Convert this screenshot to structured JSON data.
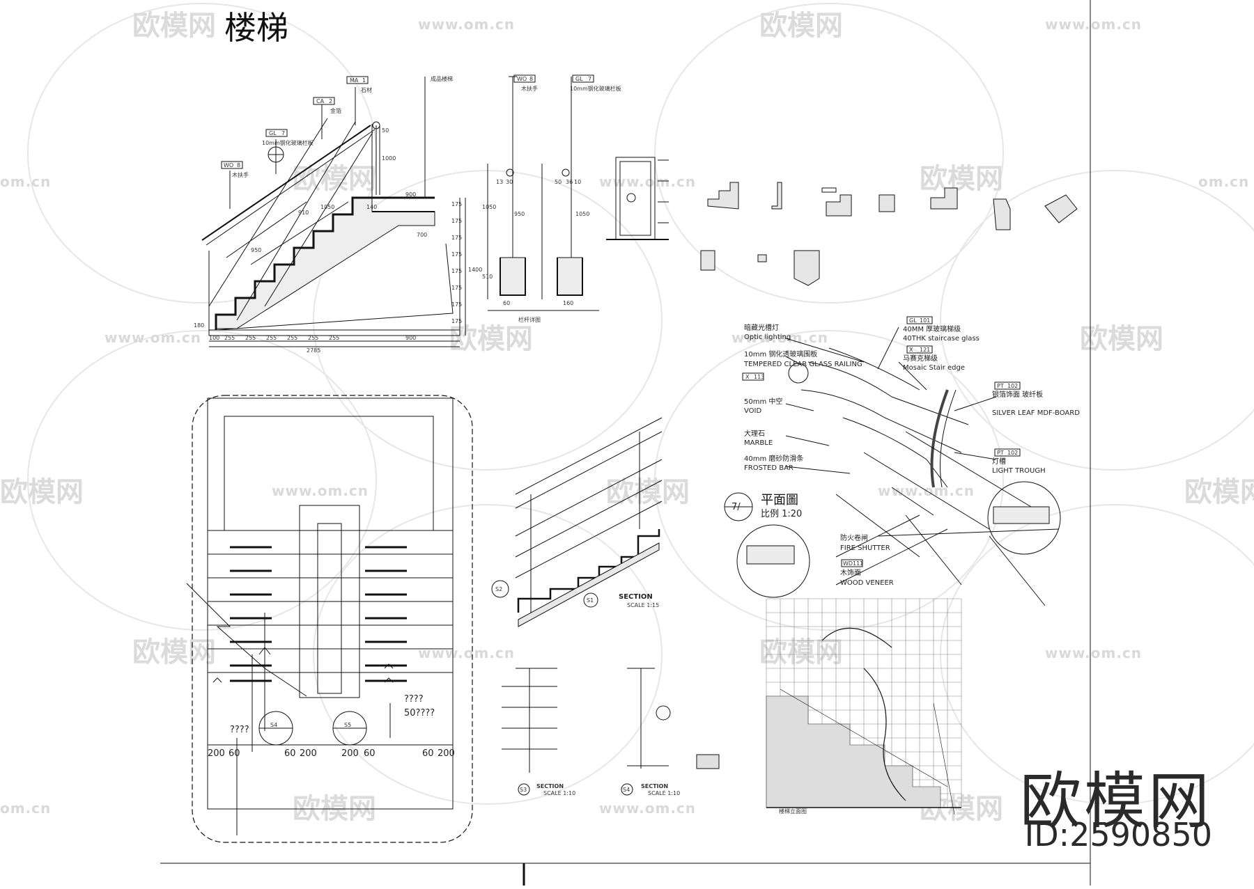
{
  "title": "楼梯",
  "brand": {
    "name": "欧模网",
    "id": "ID:2590850"
  },
  "watermark": {
    "logo_text": "欧模网",
    "url": "www.om.cn",
    "url_short": "om.cn"
  },
  "stair_section": {
    "tags": [
      {
        "code": "MA",
        "num": "1",
        "text": "石材"
      },
      {
        "code": "CA",
        "num": "2",
        "text": "金箔"
      },
      {
        "code": "GL",
        "num": "7",
        "text": "10mm钢化玻璃栏板"
      },
      {
        "code": "WO",
        "num": "8",
        "text": "木扶手"
      }
    ],
    "top_note": "成品楼梯",
    "dims_bottom": [
      "100",
      "255",
      "255",
      "255",
      "255",
      "255",
      "255",
      "900"
    ],
    "dims_total": "2785",
    "dims_right": [
      "175",
      "175",
      "175",
      "175",
      "175",
      "175",
      "175",
      "175"
    ],
    "dims_misc": [
      "900",
      "700",
      "1400",
      "1050",
      "910",
      "1000",
      "50",
      "140",
      "950",
      "180"
    ]
  },
  "rail_detail": {
    "tags": [
      {
        "code": "WO",
        "num": "8",
        "text": "木扶手"
      },
      {
        "code": "GL",
        "num": "7",
        "text": "10mm钢化玻璃栏板"
      }
    ],
    "dims": [
      "1050",
      "950",
      "1050",
      "510",
      "60",
      "160",
      "13",
      "30",
      "50",
      "36",
      "10"
    ],
    "caption": "栏杆详图"
  },
  "detail_notes": {
    "items": [
      {
        "cn": "暗藏光槽灯",
        "en": "Optic lighting"
      },
      {
        "cn": "10mm 钢化透玻璃围板",
        "en": "TEMPERED CLEAR GLASS RAILING"
      },
      {
        "cn": "50mm 中空",
        "en": "VOID"
      },
      {
        "cn": "大理石",
        "en": "MARBLE"
      },
      {
        "cn": "40mm 磨砂防滑条",
        "en": "FROSTED BAR"
      }
    ],
    "tag_notes": [
      {
        "code": "GL",
        "num": "101",
        "cn": "40MM 厚玻璃梯级",
        "en": "40THK staircase glass"
      },
      {
        "code": "X",
        "num": "121",
        "cn": "马赛克梯级",
        "en": "Mosaic Stair edge"
      },
      {
        "code": "PT",
        "num": "102",
        "cn": "银箔饰面 玻纤板",
        "en": "SILVER LEAF MDF-BOARD"
      },
      {
        "code": "PT",
        "num": "102",
        "cn": "灯槽",
        "en": "LIGHT TROUGH"
      }
    ],
    "marble_tag": {
      "code": "X",
      "num": "113"
    },
    "plan_title": "平面圖",
    "plan_scale": "比例 1:20",
    "plan_symbol": "7/"
  },
  "fire_notes": [
    {
      "cn": "防火卷闸",
      "en": "FIRE SHUTTER"
    },
    {
      "cn": "木饰面",
      "en": "WOOD VENEER",
      "code": "WD",
      "num": "111"
    }
  ],
  "sections": {
    "main": {
      "label": "SECTION",
      "scale": "SCALE 1:15",
      "mark": "S1",
      "mark2": "S2"
    },
    "small1": {
      "label": "SECTION",
      "scale": "SCALE 1:10",
      "mark": "S3"
    },
    "small2": {
      "label": "SECTION",
      "scale": "SCALE 1:10",
      "mark": "S4"
    },
    "elevation_caption": "楼梯立面图"
  },
  "plan": {
    "dims": [
      "200",
      "60",
      "60",
      "200",
      "200",
      "60",
      "60",
      "200"
    ],
    "markers": [
      {
        "id": "S4"
      },
      {
        "id": "S5"
      }
    ],
    "notes": [
      "????",
      "????",
      "50????"
    ]
  }
}
